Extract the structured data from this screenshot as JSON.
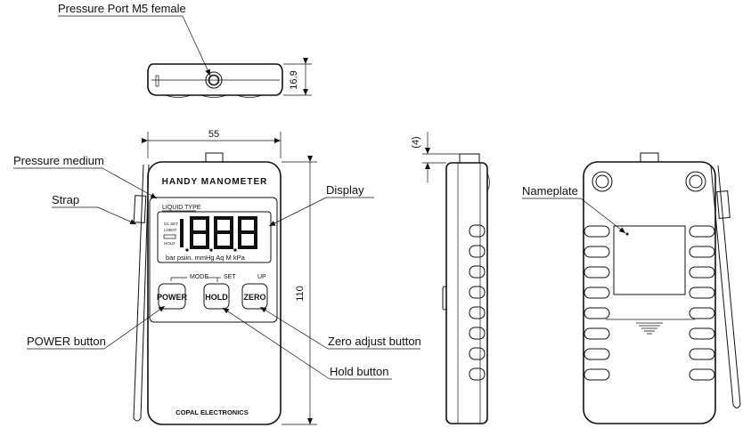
{
  "labels": {
    "pressure_port": "Pressure Port M5 female",
    "pressure_medium": "Pressure medium",
    "strap": "Strap",
    "display": "Display",
    "nameplate": "Nameplate",
    "power_button": "POWER button",
    "zero_adjust_button": "Zero adjust button",
    "hold_button": "Hold button"
  },
  "dimensions": {
    "width": "55",
    "height": "110",
    "thickness": "16.9",
    "port_height": "(4)"
  },
  "device": {
    "title": "HANDY MANOMETER",
    "liquid_type": "LIQUID TYPE",
    "side_labels": [
      "OL SET",
      "LOBAT",
      "HOLD"
    ],
    "units": "bar psiin. mmHg Aq  M kPa",
    "mode_label": "MODE",
    "set_label": "SET",
    "up_label": "UP",
    "buttons": [
      "POWER",
      "HOLD",
      "ZERO"
    ],
    "brand": "COPAL ELECTRONICS"
  }
}
